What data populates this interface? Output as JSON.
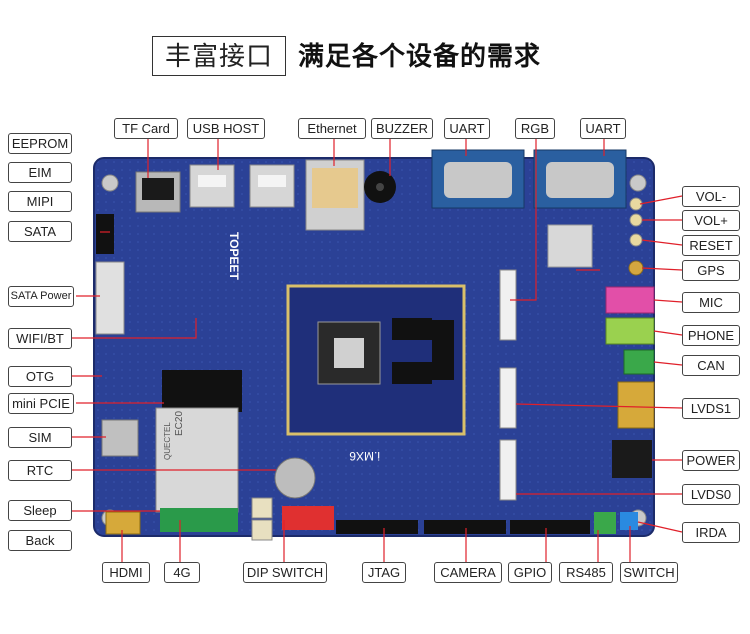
{
  "header": {
    "boxed_title": "丰富接口",
    "title": "满足各个设备的需求"
  },
  "board": {
    "brand": "TOPEET",
    "soc_marking": "i.MX6",
    "module_marking": "EC20",
    "chip_brand": "QUECTEL"
  },
  "labels_top": [
    "TF Card",
    "USB HOST",
    "Ethernet",
    "BUZZER",
    "UART",
    "RGB",
    "UART"
  ],
  "labels_left": [
    "EEPROM",
    "EIM",
    "MIPI",
    "SATA",
    "SATA Power",
    "WIFI/BT",
    "OTG",
    "mini PCIE",
    "SIM",
    "RTC",
    "Sleep",
    "Back"
  ],
  "labels_right": [
    "VOL-",
    "VOL+",
    "RESET",
    "GPS",
    "MIC",
    "PHONE",
    "CAN",
    "LVDS1",
    "POWER",
    "LVDS0",
    "IRDA"
  ],
  "labels_bottom": [
    "HDMI",
    "4G",
    "DIP SWITCH",
    "JTAG",
    "CAMERA",
    "GPIO",
    "RS485",
    "SWITCH"
  ],
  "colors": {
    "pcb": "#2a3f8f",
    "leader_line": "#e0202a",
    "label_border": "#444444"
  }
}
